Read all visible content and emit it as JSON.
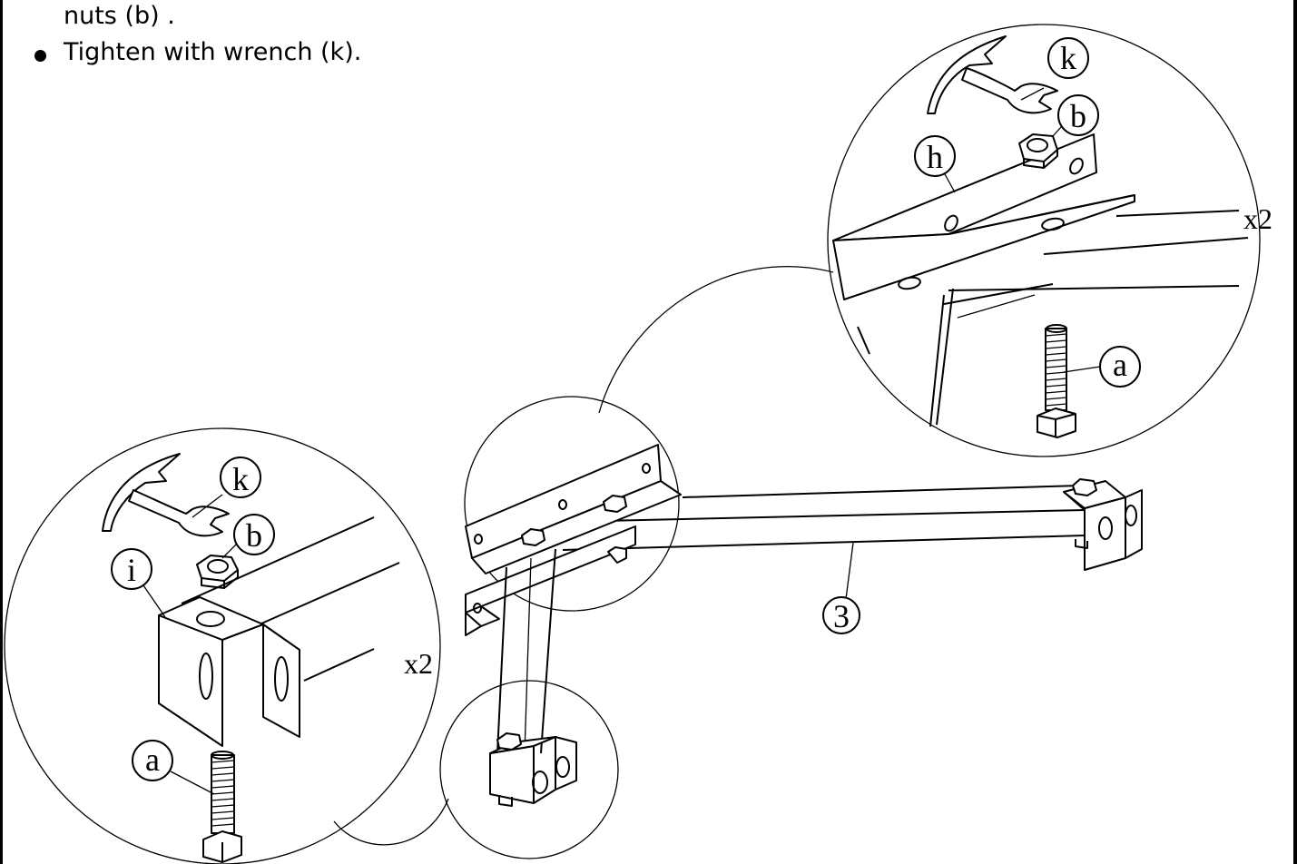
{
  "instructions": {
    "line1": "nuts (b) .",
    "line2": "Tighten with wrench (k)."
  },
  "callouts": {
    "k": "k",
    "b": "b",
    "h": "h",
    "a": "a",
    "i": "i",
    "part3": "3"
  },
  "quantities": {
    "detail_top": "x2",
    "detail_left": "x2"
  }
}
